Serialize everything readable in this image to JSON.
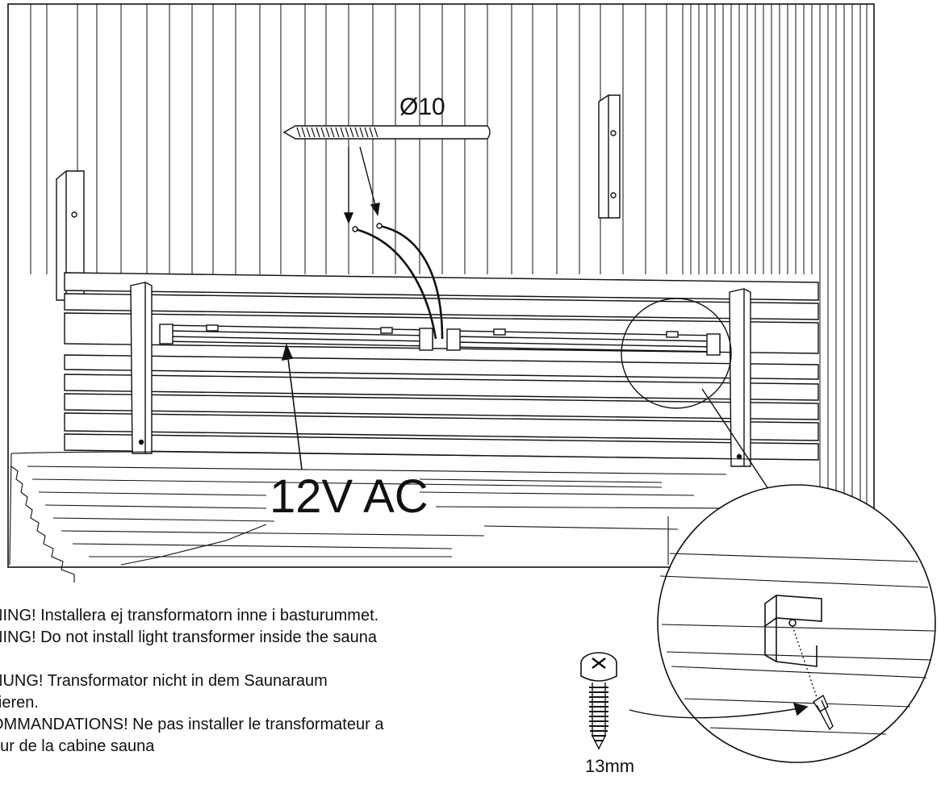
{
  "labels": {
    "drill": "Ø10",
    "voltage": "12V AC",
    "screw_length": "13mm"
  },
  "warnings": [
    "NING! Installera ej transformatorn inne i basturummet.",
    "NING! Do not install light transformer inside the sauna\n.",
    "NUNG! Transformator nicht in dem Saunaraum\nllieren.",
    "OMMANDATIONS! Ne pas installer le transformateur a\neur de la cabine sauna"
  ],
  "colors": {
    "ink": "#111111",
    "background": "#ffffff"
  },
  "icons": [
    "drill-bit-icon",
    "screw-icon",
    "clip-bracket-icon"
  ]
}
